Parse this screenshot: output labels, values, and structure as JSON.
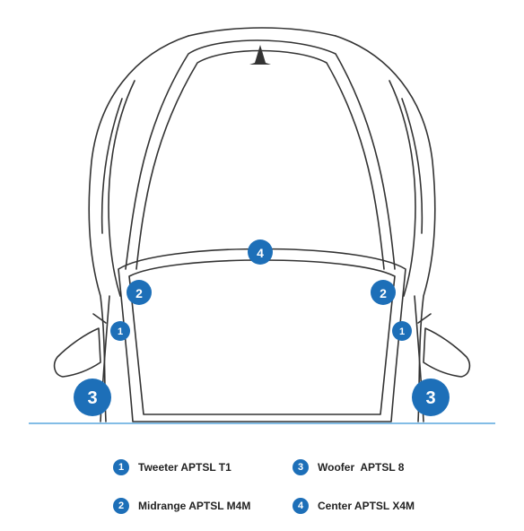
{
  "colors": {
    "accent": "#1d6fb8",
    "outline": "#333333",
    "ground": "#5aa7dd",
    "text": "#222222"
  },
  "markers": [
    {
      "id": "marker-tweeter-left",
      "number": "1"
    },
    {
      "id": "marker-tweeter-right",
      "number": "1"
    },
    {
      "id": "marker-midrange-left",
      "number": "2"
    },
    {
      "id": "marker-midrange-right",
      "number": "2"
    },
    {
      "id": "marker-woofer-left",
      "number": "3"
    },
    {
      "id": "marker-woofer-right",
      "number": "3"
    },
    {
      "id": "marker-center",
      "number": "4"
    }
  ],
  "legend": [
    {
      "number": "1",
      "label": "Tweeter APTSL T1"
    },
    {
      "number": "3",
      "label": "Woofer  APTSL 8"
    },
    {
      "number": "2",
      "label": "Midrange APTSL M4M"
    },
    {
      "number": "4",
      "label": "Center APTSL X4M"
    }
  ]
}
